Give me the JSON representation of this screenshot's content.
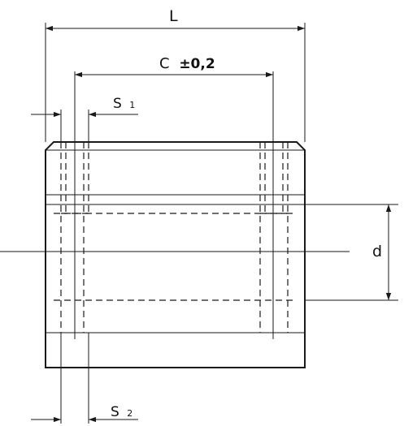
{
  "dimensions": {
    "length": {
      "letter": "L"
    },
    "center_distance": {
      "letter": "C",
      "tolerance": "±0,2"
    },
    "wall_top": {
      "letter": "S",
      "subscript": "1"
    },
    "wall_bottom": {
      "letter": "S",
      "subscript": "2"
    },
    "diameter": {
      "letter": "d"
    }
  }
}
